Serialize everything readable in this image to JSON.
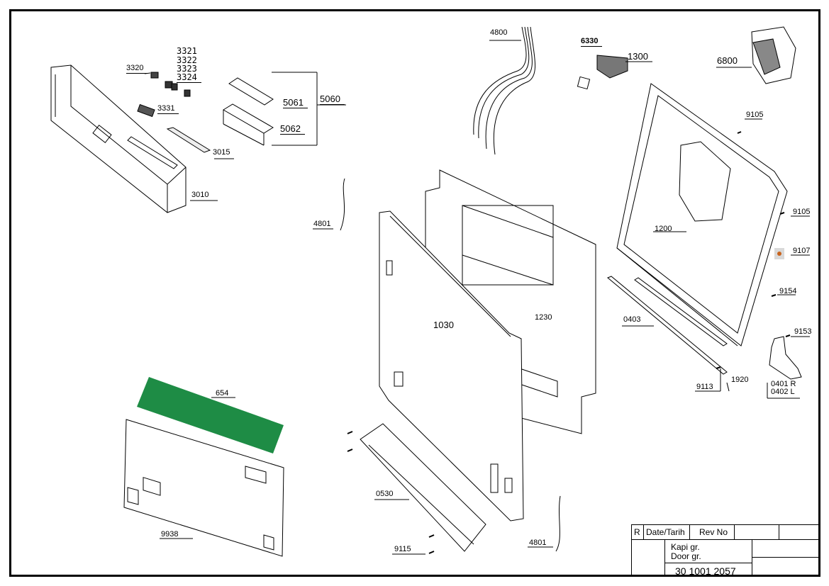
{
  "part_labels": {
    "p3321": "3321",
    "p3322": "3322",
    "p3323": "3323",
    "p3324": "3324",
    "p3320": "3320",
    "p3331": "3331",
    "p5061": "5061",
    "p5060": "5060",
    "p5062": "5062",
    "p3015": "3015",
    "p3010": "3010",
    "p4800": "4800",
    "p6330": "6330",
    "p1300": "1300",
    "p6800": "6800",
    "p9105a": "9105",
    "p9105b": "9105",
    "p9107": "9107",
    "p9154": "9154",
    "p9153": "9153",
    "p1200": "1200",
    "p4801a": "4801",
    "p1030": "1030",
    "p1230": "1230",
    "p0403": "0403",
    "p9113": "9113",
    "p1920": "1920",
    "p0401": "0401 R",
    "p0402": "0402  L",
    "p654": "654",
    "p9938": "9938",
    "p0530": "0530",
    "p9115": "9115",
    "p4801b": "4801"
  },
  "title_block": {
    "r": "R",
    "date": "Date/Tarih",
    "rev": "Rev No",
    "group_tr": "Kapi gr.",
    "group_en": "Door gr.",
    "drawing_no": "30 1001 2057"
  },
  "colors": {
    "highlight_part_654": "#1e8c45",
    "line": "#000000"
  }
}
